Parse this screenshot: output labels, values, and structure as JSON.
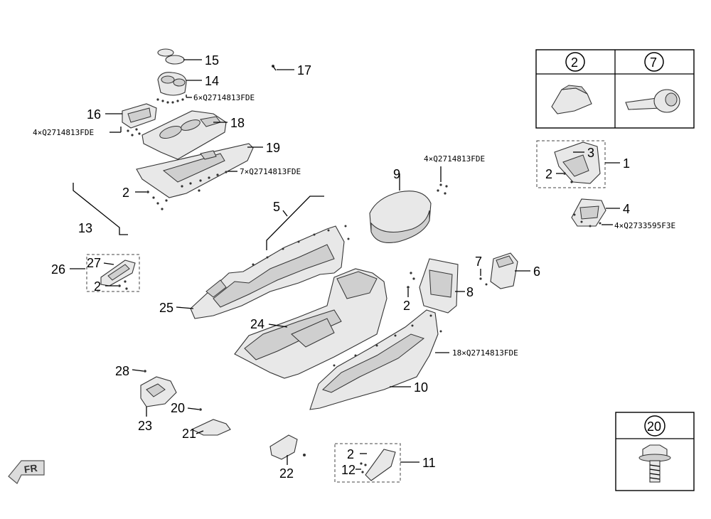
{
  "callouts": {
    "c1": "1",
    "c2": "2",
    "c3": "3",
    "c4": "4",
    "c5": "5",
    "c6": "6",
    "c7": "7",
    "c8": "8",
    "c9": "9",
    "c10": "10",
    "c11": "11",
    "c12": "12",
    "c13": "13",
    "c14": "14",
    "c15": "15",
    "c16": "16",
    "c17": "17",
    "c18": "18",
    "c19": "19",
    "c20": "20",
    "c21": "21",
    "c22": "22",
    "c23": "23",
    "c24": "24",
    "c25": "25",
    "c26": "26",
    "c27": "27",
    "c28": "28"
  },
  "fastener_specs": {
    "s14": "6×Q2714813FDE",
    "s16": "4×Q2714813FDE",
    "s19": "7×Q2714813FDE",
    "s9": "4×Q2714813FDE",
    "s4": "4×Q2733595F3E",
    "s10": "18×Q2714813FDE"
  },
  "legend": {
    "clip_ref": "2",
    "grommet_ref": "7",
    "bolt_ref": "20"
  },
  "orientation": {
    "label": "FR"
  }
}
